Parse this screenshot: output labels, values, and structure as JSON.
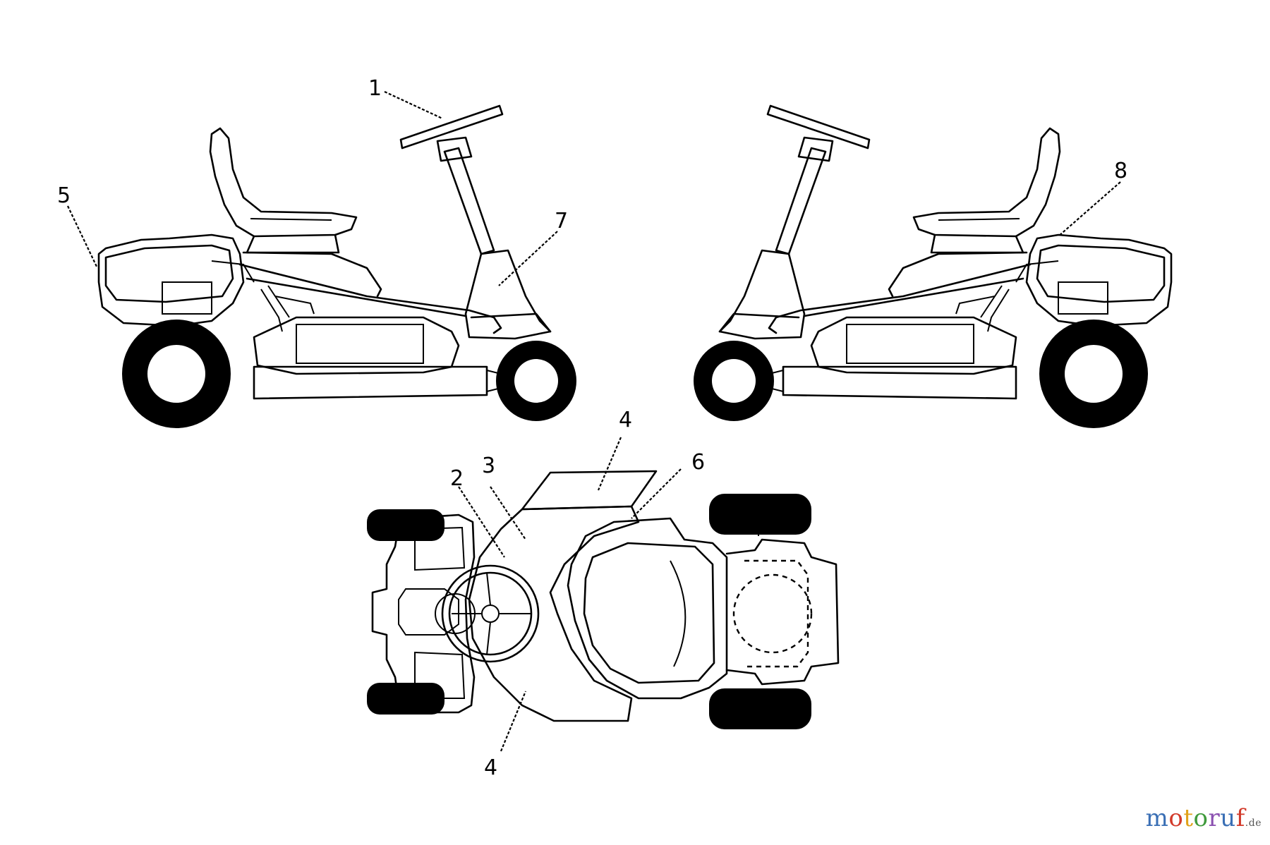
{
  "diagram": {
    "callouts": {
      "c1": "1",
      "c2": "2",
      "c3": "3",
      "c4_top": "4",
      "c4_bottom": "4",
      "c5": "5",
      "c6": "6",
      "c7": "7",
      "c8": "8"
    }
  },
  "watermark": {
    "brand": "motoruf",
    "tld": ".de"
  }
}
